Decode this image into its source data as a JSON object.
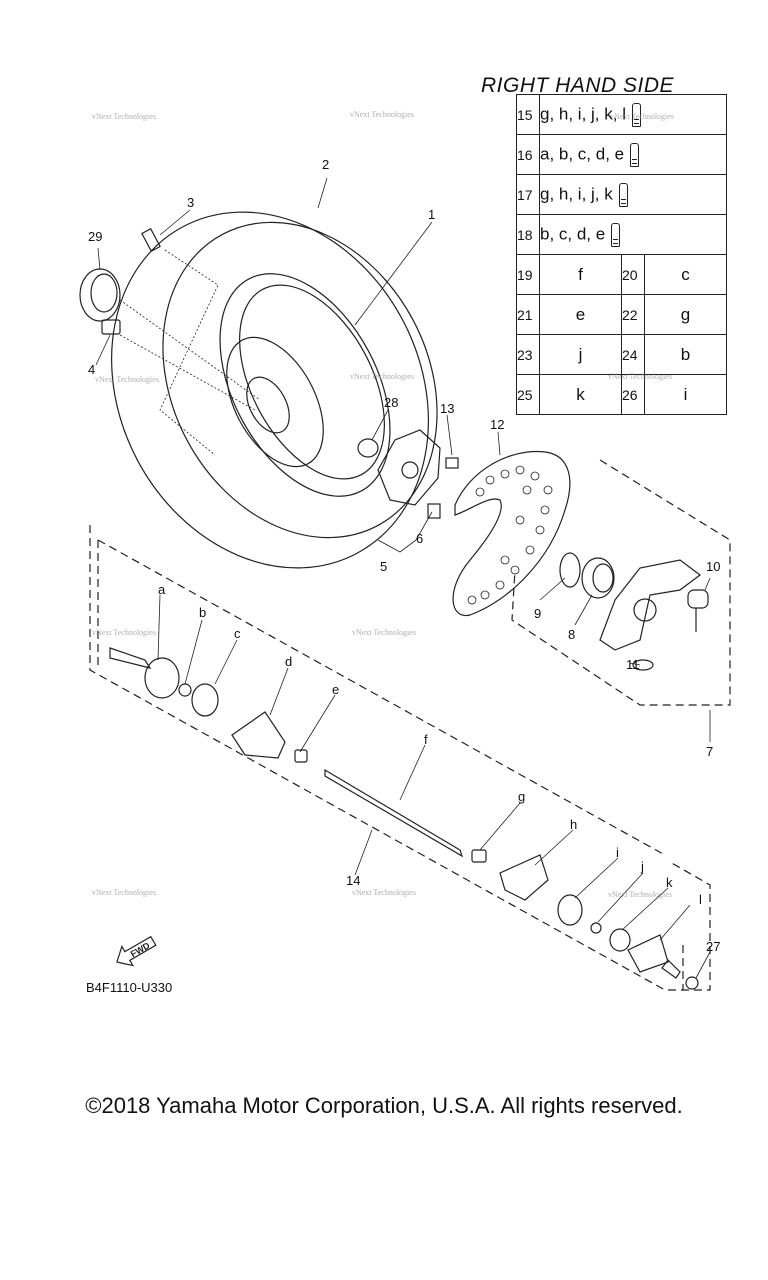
{
  "table": {
    "title": "RIGHT HAND SIDE",
    "rows": [
      {
        "num": "15",
        "text": "g, h, i, j, k, l",
        "icon": "grease-tube-icon"
      },
      {
        "num": "16",
        "text": "a, b, c, d, e",
        "icon": "grease-tube-icon"
      },
      {
        "num": "17",
        "text": "g, h, i, j, k",
        "icon": "grease-tube-icon"
      },
      {
        "num": "18",
        "text": "b, c, d, e",
        "icon": "grease-tube-icon"
      }
    ],
    "pairs": [
      {
        "n1": "19",
        "v1": "f",
        "n2": "20",
        "v2": "c"
      },
      {
        "n1": "21",
        "v1": "e",
        "n2": "22",
        "v2": "g"
      },
      {
        "n1": "23",
        "v1": "j",
        "n2": "24",
        "v2": "b"
      },
      {
        "n1": "25",
        "v1": "k",
        "n2": "26",
        "v2": "i"
      }
    ]
  },
  "callouts": {
    "c1": "1",
    "c2": "2",
    "c3": "3",
    "c4": "4",
    "c5": "5",
    "c6": "6",
    "c7": "7",
    "c8": "8",
    "c9": "9",
    "c10": "10",
    "c11": "11",
    "c12": "12",
    "c13": "13",
    "c14": "14",
    "c27": "27",
    "c28": "28",
    "c29": "29",
    "a": "a",
    "b": "b",
    "c": "c",
    "d": "d",
    "e": "e",
    "f": "f",
    "g": "g",
    "h": "h",
    "i": "i",
    "j": "j",
    "k": "k",
    "l": "l"
  },
  "fwd_label": "FWD",
  "diagram_code": "B4F1110-U330",
  "copyright": "©2018 Yamaha Motor Corporation, U.S.A. All rights reserved.",
  "watermark": "vNext Technologies"
}
